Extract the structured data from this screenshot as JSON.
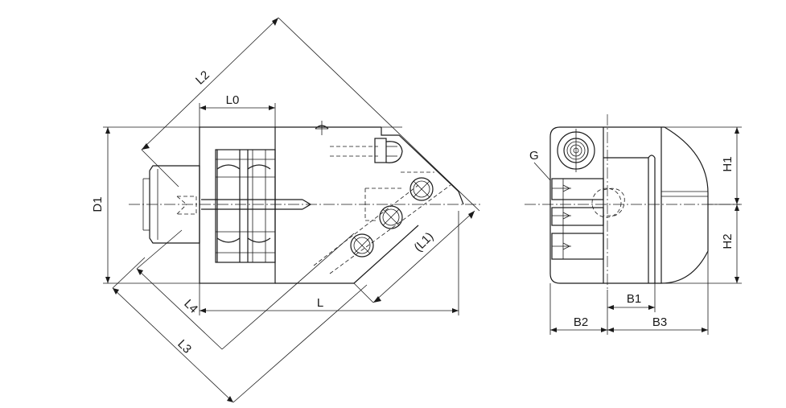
{
  "drawing": {
    "side_view": {
      "labels": {
        "l0": "L0",
        "l2": "L2",
        "d1": "D1",
        "l4": "L4",
        "l": "L",
        "l3": "L3",
        "l1": "(L1)"
      }
    },
    "end_view": {
      "labels": {
        "g": "G",
        "h1": "H1",
        "h2": "H2",
        "b1": "B1",
        "b2": "B2",
        "b3": "B3"
      }
    }
  }
}
